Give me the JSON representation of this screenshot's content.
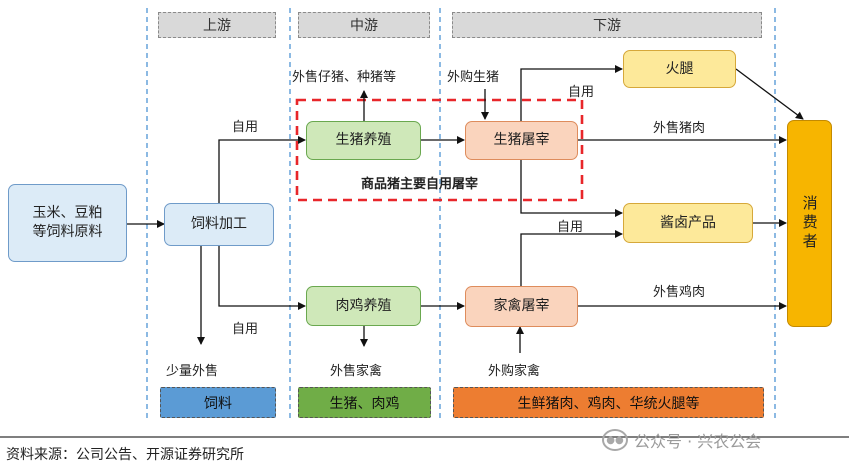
{
  "stages": {
    "upstream": "上游",
    "midstream": "中游",
    "downstream": "下游"
  },
  "nodes": {
    "raw_material": "玉米、豆粕\n等饲料原料",
    "feed_processing": "饲料加工",
    "pig_farming": "生猪养殖",
    "chicken_farming": "肉鸡养殖",
    "pig_slaughter": "生猪屠宰",
    "poultry_slaughter": "家禽屠宰",
    "ham": "火腿",
    "braised_products": "酱卤产品",
    "consumer": "消费者"
  },
  "flow_labels": {
    "self_use_top": "自用",
    "self_use_bottom": "自用",
    "sell_piglets": "外售仔猪、种猪等",
    "buy_pigs": "外购生猪",
    "self_use_ham": "自用",
    "sell_pork": "外售猪肉",
    "self_use_braised": "自用",
    "sell_chicken": "外售鸡肉",
    "small_sale": "少量外售",
    "sell_poultry": "外售家禽",
    "buy_poultry": "外购家禽"
  },
  "highlight_caption": "商品猪主要自用屠宰",
  "products": {
    "feed": "饲料",
    "pig_chicken": "生猪、肉鸡",
    "meat_products": "生鲜猪肉、鸡肉、华统火腿等"
  },
  "footer": {
    "source": "资料来源：公司公告、开源证券研究所"
  },
  "watermark": {
    "text": "公众号 · 兴农公会"
  },
  "colors": {
    "arrow": "#111111",
    "divider": "#6fa8dc",
    "highlight": "#e8262a"
  }
}
